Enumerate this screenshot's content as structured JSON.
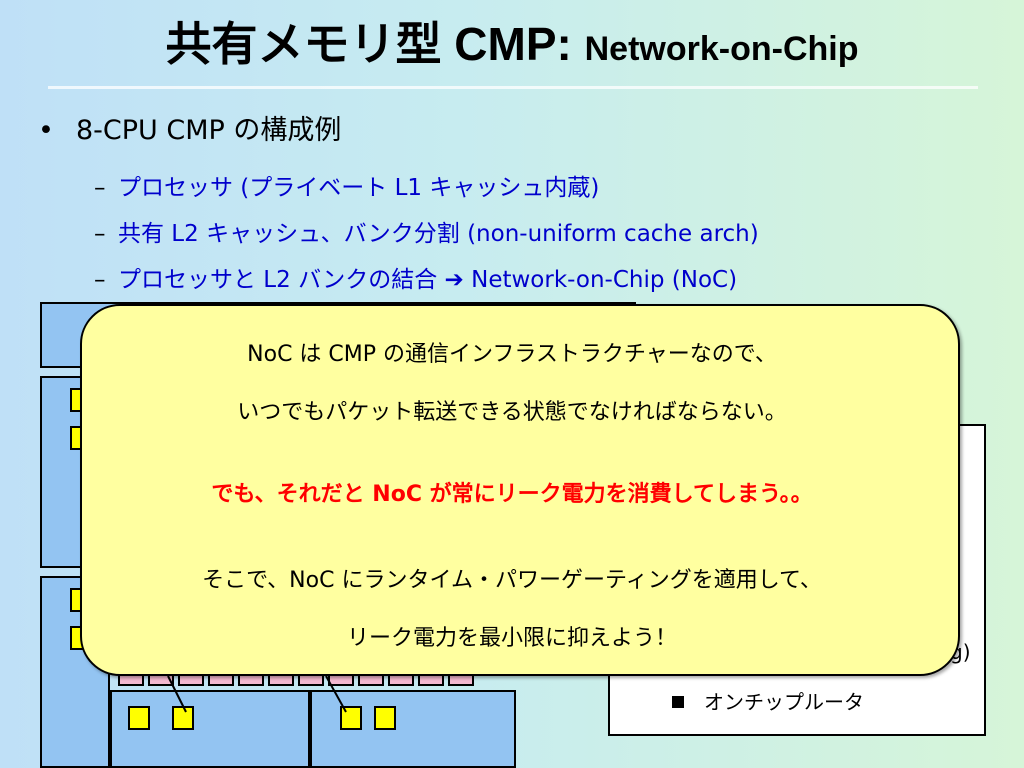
{
  "slide": {
    "title_main": "共有メモリ型 CMP: ",
    "title_sub": "Network-on-Chip",
    "bullet_mark": "•",
    "bullet_text": "8-CPU CMP の構成例",
    "dash": "–",
    "sub_items": [
      "プロセッサ (プライベート L1 キャッシュ内蔵)",
      "共有 L2 キャッシュ、バンク分割 (non-uniform cache arch)"
    ],
    "sub3_before_arrow": "プロセッサと L2 バンクの結合 ",
    "sub3_arrow": "➔",
    "sub3_after_arrow": " Network-on-Chip (NoC)"
  },
  "callout": {
    "line1": "NoC は CMP の通信インフラストラクチャーなので、",
    "line2": "いつでもパケット転送できる状態でなければならない。",
    "line3": "でも、それだと NoC が常にリーク電力を消費してしまう。。",
    "line4": "そこで、NoC にランタイム・パワーゲーティングを適用して、",
    "line5": "リーク電力を最小限に抑えよう！"
  },
  "legend": {
    "visible_fragment": "g)",
    "item_mark": "■",
    "item_label": "オンチップルータ"
  },
  "colors": {
    "sub_item_text": "#0000cc",
    "highlight_text": "#ff0000",
    "callout_fill": "#ffffa0",
    "processor": "#ffff00",
    "tile": "#93c4f2",
    "l2_bank": "#f4b8d0"
  }
}
